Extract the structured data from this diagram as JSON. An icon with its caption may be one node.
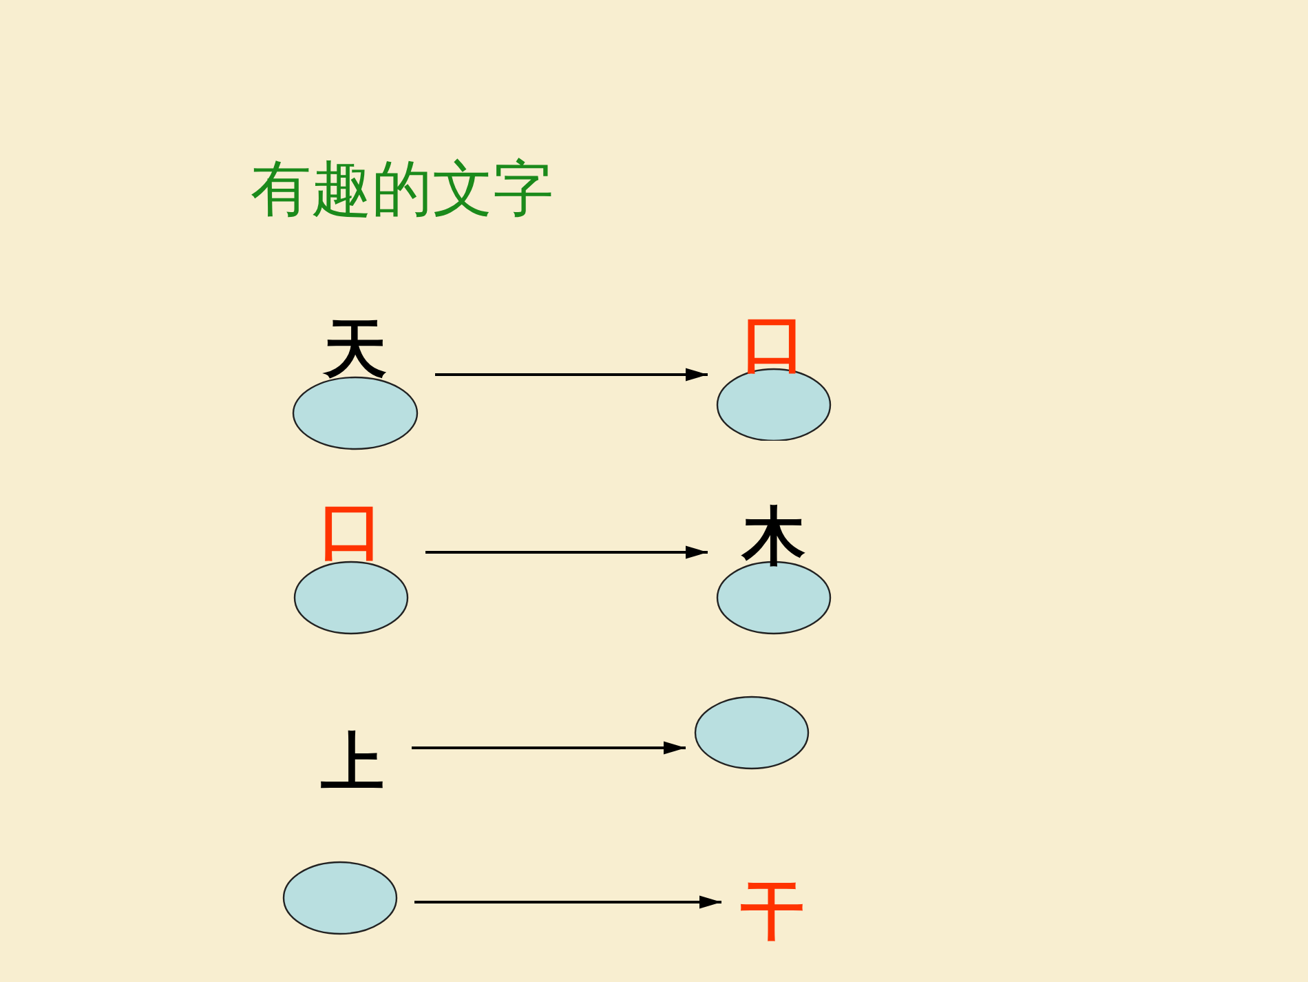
{
  "diagram": {
    "title": "有趣的文字",
    "nodes": [
      {
        "text": [],
        "shape": "circle",
        "beside": [
          "天"
        ]
      },
      {
        "text": [],
        "shape": "circle",
        "beside": [
          "口"
        ]
      },
      {
        "text": [],
        "shape": "circle",
        "beside": [
          "口"
        ]
      },
      {
        "text": [],
        "shape": "circle",
        "beside": [
          "木"
        ]
      },
      {
        "text": [
          "上"
        ]
      },
      {
        "text": [],
        "shape": "circle"
      },
      {
        "text": [],
        "shape": "circle"
      },
      {
        "text": [
          "干"
        ]
      }
    ],
    "edges": [
      {
        "from": 0,
        "to": 1,
        "arrow": "to"
      },
      {
        "from": 2,
        "to": 3,
        "arrow": "to"
      },
      {
        "from": 4,
        "to": 5,
        "arrow": "to"
      },
      {
        "from": 6,
        "to": 7,
        "arrow": "to"
      }
    ]
  }
}
